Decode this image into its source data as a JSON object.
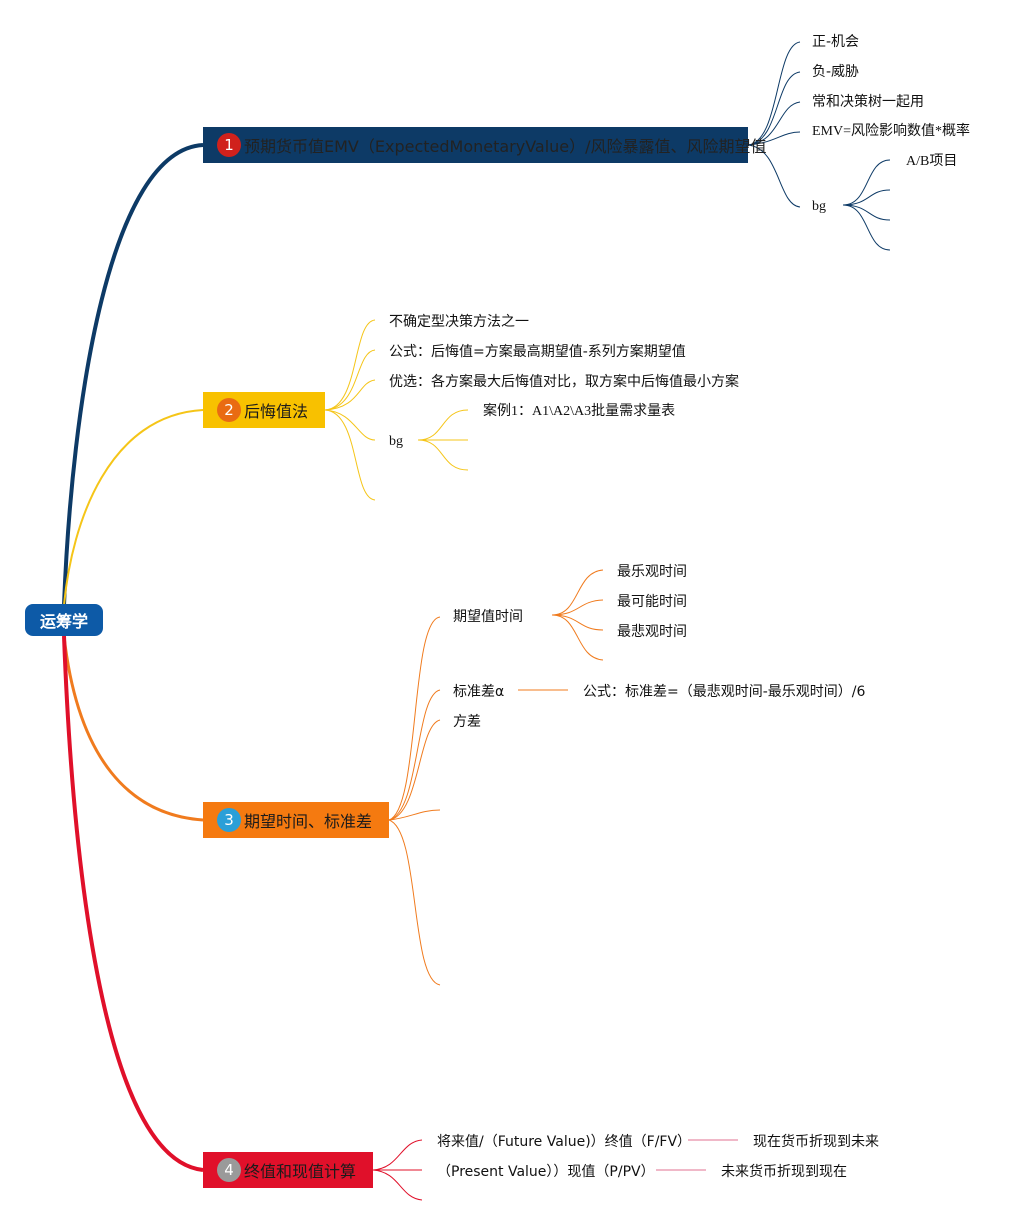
{
  "root": {
    "label": "运筹学"
  },
  "branches": [
    {
      "badge": "1",
      "label": "预期货币值EMV（ExpectedMonetaryValue）/风险暴露值、风险期望值",
      "color": "#0d3a66",
      "children": [
        {
          "label": "正-机会"
        },
        {
          "label": "负-威胁"
        },
        {
          "label": "常和决策树一起用"
        },
        {
          "label": "EMV=风险影响数值*概率"
        },
        {
          "label": "bg",
          "children": [
            {
              "label": "A/B项目"
            }
          ]
        }
      ]
    },
    {
      "badge": "2",
      "label": "后悔值法",
      "color": "#f8c100",
      "children": [
        {
          "label": "不确定型决策方法之一"
        },
        {
          "label": "公式：后悔值=方案最高期望值-系列方案期望值"
        },
        {
          "label": "优选：各方案最大后悔值对比，取方案中后悔值最小方案"
        },
        {
          "label": "bg",
          "children": [
            {
              "label": "案例1：A1\\A2\\A3批量需求量表"
            }
          ]
        }
      ]
    },
    {
      "badge": "3",
      "label": "期望时间、标准差",
      "color": "#f57a10",
      "children": [
        {
          "label": "期望值时间",
          "children": [
            {
              "label": "最乐观时间"
            },
            {
              "label": "最可能时间"
            },
            {
              "label": "最悲观时间"
            }
          ]
        },
        {
          "label": "标准差α",
          "children": [
            {
              "label": "公式：标准差=（最悲观时间-最乐观时间）/6"
            }
          ]
        },
        {
          "label": "方差"
        }
      ]
    },
    {
      "badge": "4",
      "label": "终值和现值计算",
      "color": "#e0102a",
      "children": [
        {
          "label": "将来值/（Future Value)）终值（F/FV）",
          "children": [
            {
              "label": "现在货币折现到未来"
            }
          ]
        },
        {
          "label": "（Present Value））现值（P/PV）",
          "children": [
            {
              "label": "未来货币折现到现在"
            }
          ]
        }
      ]
    }
  ],
  "colors": {
    "root": "#0d5aa7",
    "branch1_line": "#0d3a66",
    "branch2_line": "#f5c518",
    "branch3_line": "#f07b1e",
    "branch4_line": "#e0102a",
    "branch4_child_line": "#e07090"
  }
}
